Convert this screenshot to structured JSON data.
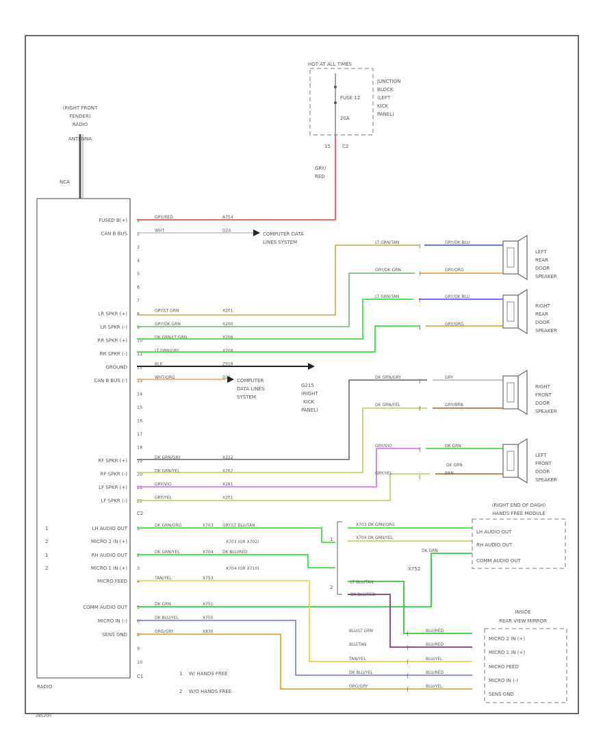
{
  "fuse_block": {
    "hot_label": "HOT AT ALL TIMES",
    "fuse_name": "FUSE 12",
    "fuse_rating": "20A",
    "location": [
      "JUNCTION",
      "BLOCK",
      "(LEFT",
      "KICK",
      "PANEL)"
    ],
    "pin": "15",
    "connector": "C2",
    "wire_color": [
      "GRY/",
      "RED"
    ]
  },
  "antenna": {
    "label": [
      "(RIGHT FRONT",
      "FENDER)",
      "RADIO",
      "ANTENNA"
    ],
    "connector_label": "NCA"
  },
  "radio": {
    "title": "RADIO",
    "connector_c2": "C2",
    "connector_c1": "C1",
    "pins_c1": [
      {
        "label": "FUSED B(+)",
        "pin": "1",
        "wire": "GRY/RED",
        "circuit": "A754"
      },
      {
        "label": "CAN B BUS",
        "pin": "2",
        "wire": "WHT",
        "circuit": "D24"
      },
      {
        "label": "",
        "pin": "3"
      },
      {
        "label": "",
        "pin": "4"
      },
      {
        "label": "",
        "pin": "5"
      },
      {
        "label": "",
        "pin": "6"
      },
      {
        "label": "",
        "pin": "7"
      },
      {
        "label": "LR SPKR (+)",
        "pin": "8",
        "wire": "GRY/LT GRN",
        "circuit": "X201"
      },
      {
        "label": "LR SPKR (-)",
        "pin": "9",
        "wire": "GRY/DK GRN",
        "circuit": "X200"
      },
      {
        "label": "RR SPKR (+)",
        "pin": "10",
        "wire": "DK GRN/LT GRN",
        "circuit": "X206"
      },
      {
        "label": "RR SPKR (-)",
        "pin": "11",
        "wire": "LT GRN/GRY",
        "circuit": "X208"
      },
      {
        "label": "GROUND",
        "pin": "12",
        "wire": "BLK",
        "circuit": "Z918"
      },
      {
        "label": "CAN B BUS (-)",
        "pin": "13",
        "wire": "WHT/ORG",
        "circuit": "D25"
      },
      {
        "label": "",
        "pin": "14"
      },
      {
        "label": "",
        "pin": "15"
      },
      {
        "label": "",
        "pin": "16"
      },
      {
        "label": "",
        "pin": "17"
      },
      {
        "label": "",
        "pin": "18"
      },
      {
        "label": "RF SPKR (+)",
        "pin": "19",
        "wire": "DK GRN/GRY",
        "circuit": "X222"
      },
      {
        "label": "RF SPKR (-)",
        "pin": "20",
        "wire": "DK GRN/YEL",
        "circuit": "X262"
      },
      {
        "label": "LF SPKR (+)",
        "pin": "21",
        "wire": "GRY/VIO",
        "circuit": "X281"
      },
      {
        "label": "LF SPKR (-)",
        "pin": "22",
        "wire": "GRY/YEL",
        "circuit": "X201"
      }
    ],
    "pins_c2": [
      {
        "note": "1",
        "label": "LH AUDIO OUT",
        "pin": "1",
        "wire": "DK GRN/ORG",
        "wire2": "GRY/LT BLU/TAN",
        "circuit": "X703"
      },
      {
        "note": "2",
        "label": "MICRO 2 IN (+)",
        "pin": "",
        "circuit2": "X703 (OR X702)"
      },
      {
        "note": "1",
        "label": "RH AUDIO OUT",
        "pin": "2",
        "wire": "DK GRN/YEL",
        "wire2": "DK BLU/RED",
        "circuit": "X704"
      },
      {
        "note": "2",
        "label": "MICRO 1 IN (+)",
        "pin": "3",
        "circuit2": "X704 (OR X710)"
      },
      {
        "note": "",
        "label": "MICRO FEED",
        "pin": "4",
        "wire": "TAN/YEL",
        "circuit": "X753"
      },
      {
        "note": "",
        "label": "COMM AUDIO OUT",
        "pin": "5",
        "wire": "DK GRN",
        "circuit": "X751"
      },
      {
        "note": "",
        "label": "MICRO IN (-)",
        "pin": "6",
        "wire": "DK BLU/YEL",
        "circuit": "X750"
      },
      {
        "note": "",
        "label": "SENS GND",
        "pin": "8",
        "wire": "ORG/GRY",
        "circuit": "X830"
      },
      {
        "note": "",
        "label": "",
        "pin": "9"
      },
      {
        "note": "",
        "label": "",
        "pin": "10"
      }
    ]
  },
  "destinations": {
    "computer_data_1": [
      "COMPUTER DATA",
      "LINES SYSTEM"
    ],
    "computer_data_2": [
      "COMPUTER",
      "DATA LINES",
      "SYSTEM"
    ],
    "ground": [
      "G215",
      "(RIGHT",
      "KICK",
      "PANEL)"
    ]
  },
  "speakers": [
    {
      "name": [
        "LEFT",
        "REAR",
        "DOOR",
        "SPEAKER"
      ],
      "w1": "LT GRN/TAN",
      "w1b": "GRY/DK BLU",
      "w2": "GRY/DK GRN",
      "w2b": "GRY/ORG"
    },
    {
      "name": [
        "RIGHT",
        "REAR",
        "DOOR",
        "SPEAKER"
      ],
      "w1": "LT GRN/TAN",
      "w1b": "GRY/DK BLU",
      "w2": "",
      "w2b": "GRY/ORG"
    },
    {
      "name": [
        "RIGHT",
        "FRONT",
        "DOOR",
        "SPEAKER"
      ],
      "w1": "DK GRN/GRY",
      "w1b": "GRY",
      "w2": "DK GRN/YEL",
      "w2b": "GRY/BRN"
    },
    {
      "name": [
        "LEFT",
        "FRONT",
        "DOOR",
        "SPEAKER"
      ],
      "w1": "GRY/VIO",
      "w1b": "DK GRN",
      "w2": "GRY/YEL",
      "w2b": "BRN",
      "w_extra": "DK GRN"
    }
  ],
  "hands_free": {
    "title": [
      "(RIGHT END OF DASH)",
      "HANDS FREE MODULE"
    ],
    "pins": [
      "LH AUDIO OUT",
      "RH AUDIO OUT",
      "COMM AUDIO OUT"
    ],
    "wires": [
      "X703 DK GRN/ORG",
      "X704 DK GRN/YEL",
      "DK GRN"
    ],
    "splice": "X752"
  },
  "mirror": {
    "title": [
      "INSIDE",
      "REAR VIEW MIRROR"
    ],
    "pins": [
      "MICRO 2 IN (+)",
      "MICRO 1 IN (+)",
      "MICRO FEED",
      "MICRO IN (-)",
      "SENS GND"
    ],
    "wires": [
      "BLU/LT GRN",
      "BLU/TAN",
      "TAN/YEL",
      "DK BLU/YEL",
      "ORG/GRY"
    ],
    "wires_b": [
      "BLU/RED",
      "BLU/RED",
      "BLU/YEL",
      "BLU/RED",
      "BLU/YEL"
    ],
    "feeders": [
      "LT BLU/TAN",
      "DK BLU/RED"
    ]
  },
  "legend": [
    {
      "num": "1",
      "text": "W/ HANDS FREE"
    },
    {
      "num": "2",
      "text": "W/O HANDS FREE"
    }
  ],
  "footer_code": "285200",
  "colors": {
    "gry_red": "#f06a6a",
    "white": "#bdbdbd",
    "tan": "#c9b35a",
    "gry_dkgrn": "#7fbf7f",
    "lt_grn": "#39e639",
    "black": "#222222",
    "orange": "#f0a040",
    "violet": "#d67bf0",
    "yellow_grn": "#b8d96a",
    "blue": "#5a5aff",
    "purple": "#7a3a7a",
    "dark_green": "#33cc33",
    "gray": "#9a9a9a",
    "brown": "#b07a3a"
  }
}
